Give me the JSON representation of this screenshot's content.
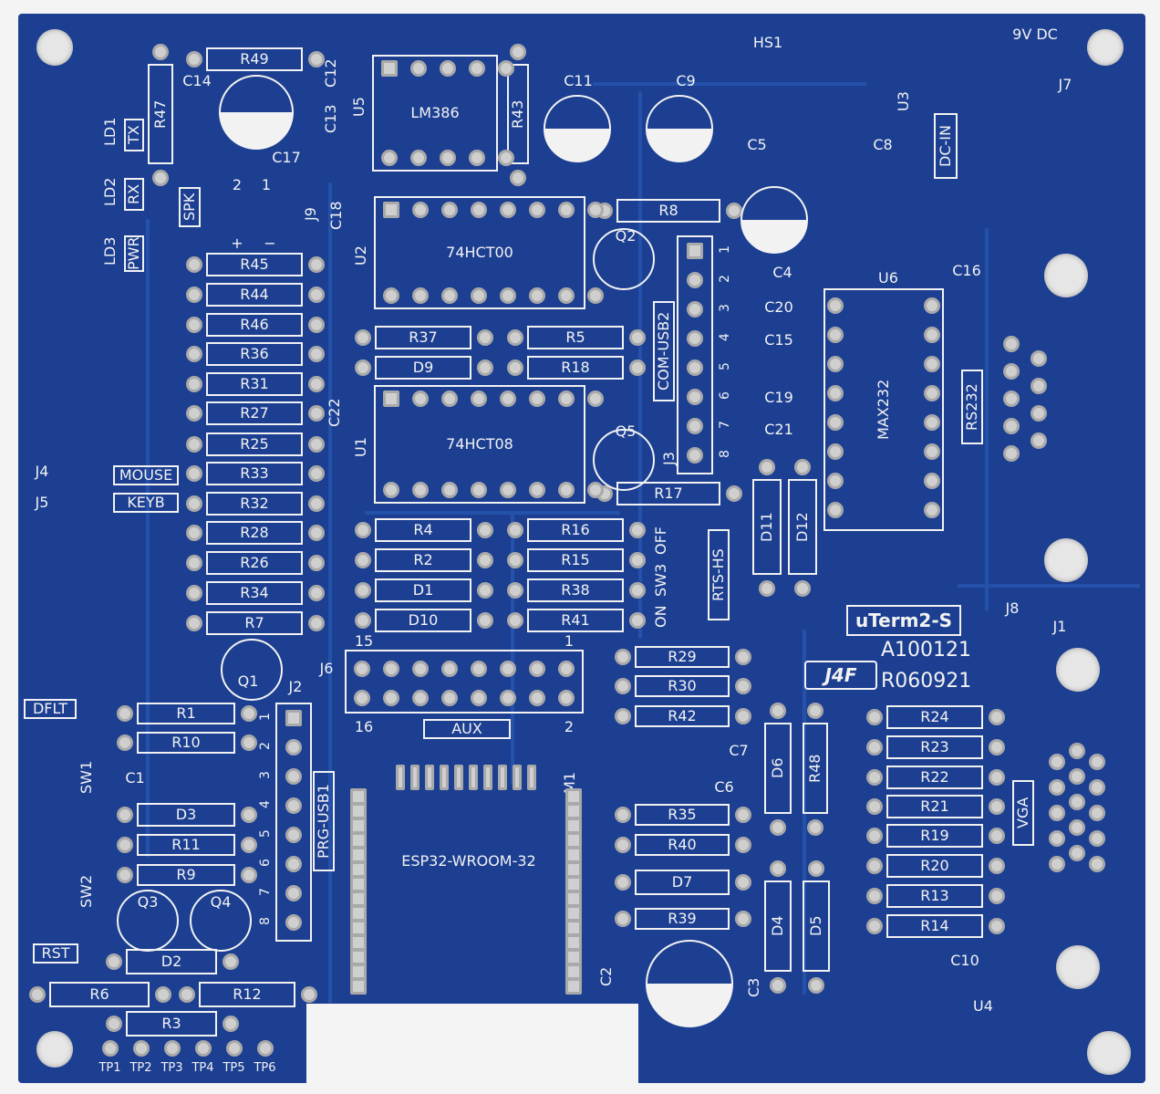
{
  "board": {
    "color": "#1c3f92",
    "silk": "#f2f2f2",
    "pad": "#cfcfcf"
  },
  "labels": {
    "R49": "R49",
    "R45": "R45",
    "R44": "R44",
    "R46": "R46",
    "R36": "R36",
    "R31": "R31",
    "R27": "R27",
    "R25": "R25",
    "R33": "R33",
    "R32": "R32",
    "R28": "R28",
    "R26": "R26",
    "R34": "R34",
    "R7": "R7",
    "R37": "R37",
    "R5": "R5",
    "D9": "D9",
    "R18": "R18",
    "R8": "R8",
    "R17": "R17",
    "R4": "R4",
    "R16": "R16",
    "R2": "R2",
    "R15": "R15",
    "D1": "D1",
    "R38": "R38",
    "D10": "D10",
    "R41": "R41",
    "R29": "R29",
    "R30": "R30",
    "R42": "R42",
    "R35": "R35",
    "R40": "R40",
    "D7": "D7",
    "R39": "R39",
    "R24": "R24",
    "R23": "R23",
    "R22": "R22",
    "R21": "R21",
    "R19": "R19",
    "R20": "R20",
    "R13": "R13",
    "R14": "R14",
    "R1": "R1",
    "R10": "R10",
    "D3": "D3",
    "R11": "R11",
    "R9": "R9",
    "D2": "D2",
    "R6": "R6",
    "R12": "R12",
    "R3": "R3",
    "R47": "R47",
    "R43": "R43",
    "D11": "D11",
    "D12": "D12",
    "D6": "D6",
    "R48": "R48",
    "D4": "D4",
    "D5": "D5",
    "LM386": "LM386",
    "74HCT00": "74HCT00",
    "74HCT08": "74HCT08",
    "MAX232": "MAX232",
    "C14": "C14",
    "C17": "C17",
    "C12": "C12",
    "C13": "C13",
    "C18": "C18",
    "C22": "C22",
    "C11": "C11",
    "C9": "C9",
    "C5": "C5",
    "C8": "C8",
    "C4": "C4",
    "C16": "C16",
    "C20": "C20",
    "C15": "C15",
    "C19": "C19",
    "C21": "C21",
    "C7": "C7",
    "C6": "C6",
    "C1": "C1",
    "C2": "C2",
    "C3": "C3",
    "C10": "C10",
    "HS1": "HS1",
    "U3": "U3",
    "U5": "U5",
    "U2": "U2",
    "U1": "U1",
    "U6": "U6",
    "U4": "U4",
    "J7": "J7",
    "DCIN": "DC-IN",
    "J8": "J8",
    "J1": "J1",
    "J2": "J2",
    "J3": "J3",
    "J4": "J4",
    "J5": "J5",
    "J6": "J6",
    "J9": "J9",
    "M1": "M1",
    "RS232": "RS232",
    "VGA": "VGA",
    "UTERM": "uTerm2-S",
    "REV1": "A100121",
    "REV2": "R060921",
    "LOGO": "J4F",
    "LD1": "LD1",
    "TX": "TX",
    "LD2": "LD2",
    "RX": "RX",
    "LD3": "LD3",
    "PWR": "PWR",
    "SPK": "SPK",
    "MOUSE": "MOUSE",
    "KEYB": "KEYB",
    "DFLT": "DFLT",
    "SW1": "SW1",
    "SW2": "SW2",
    "RST": "RST",
    "Q1": "Q1",
    "Q2": "Q2",
    "Q3": "Q3",
    "Q4": "Q4",
    "Q5": "Q5",
    "ESP": "ESP32-WROOM-32",
    "AUX": "AUX",
    "COMUSB2": "COM-USB2",
    "PRGUSB1": "PRG-USB1",
    "SW3": "SW3",
    "OFF": "OFF",
    "ON": "ON",
    "RTSHS": "RTS-HS",
    "PWRIN": "9V DC",
    "J6P15": "15",
    "J6P1": "1",
    "J6P16": "16",
    "J6P2": "2",
    "J9P2": "2",
    "J9P1": "1",
    "J9PLUS": "+",
    "J9MINUS": "−",
    "TP1": "TP1",
    "TP2": "TP2",
    "TP3": "TP3",
    "TP4": "TP4",
    "TP5": "TP5",
    "TP6": "TP6"
  },
  "pin_numbers": [
    "1",
    "2",
    "3",
    "4",
    "5",
    "6",
    "7",
    "8"
  ]
}
